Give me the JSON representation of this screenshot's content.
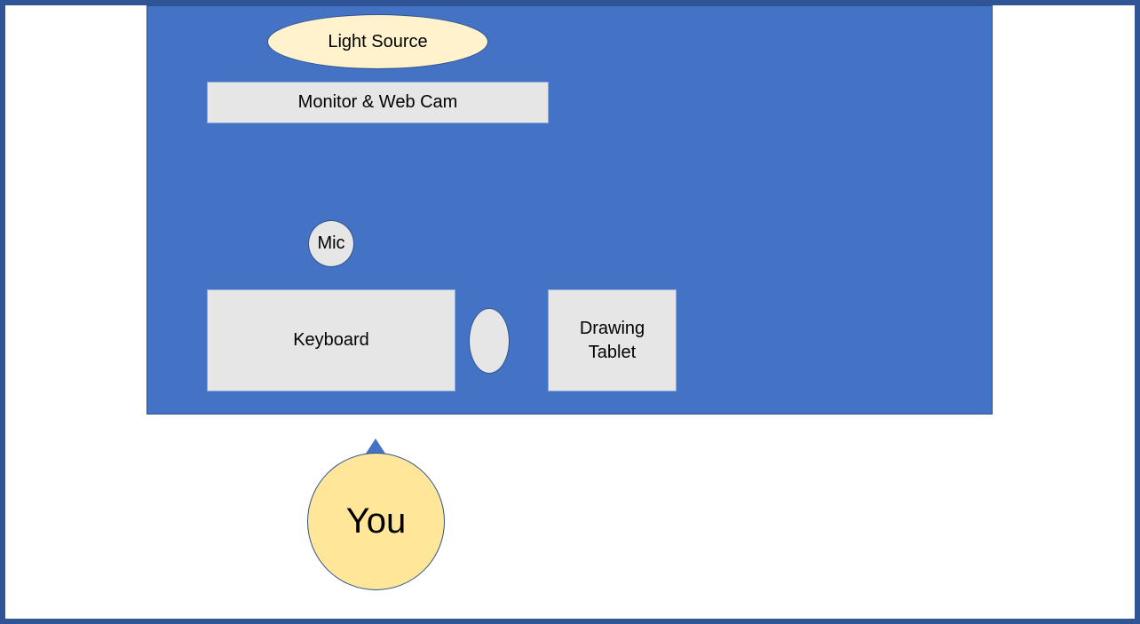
{
  "diagram": {
    "items": {
      "light_source": "Light Source",
      "monitor": "Monitor & Web Cam",
      "mic": "Mic",
      "keyboard": "Keyboard",
      "mouse": "",
      "drawing_tablet": "Drawing\nTablet",
      "you": "You"
    },
    "colors": {
      "frame_border": "#2f5597",
      "desk": "#4472c4",
      "device_fill": "#e7e6e6",
      "light_fill": "#fff2cc",
      "you_fill": "#ffe699"
    },
    "icons": {
      "pointer": "triangle-up-icon"
    }
  }
}
